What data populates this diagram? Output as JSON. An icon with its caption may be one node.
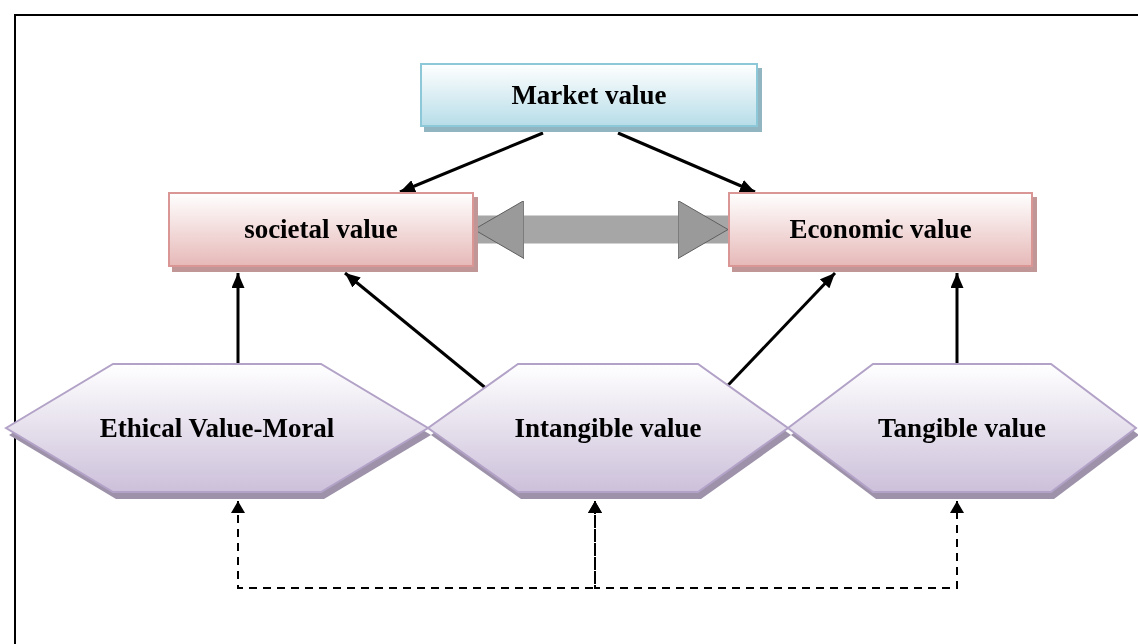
{
  "diagram": {
    "nodes": [
      {
        "text": [
          "Market value"
        ]
      },
      {
        "text": [
          "societal value"
        ]
      },
      {
        "text": [
          "Economic value"
        ]
      },
      {
        "text": [
          "Ethical Value-Moral"
        ]
      },
      {
        "text": [
          "Intangible value"
        ]
      },
      {
        "text": [
          "Tangible value"
        ]
      }
    ],
    "edges": [
      {
        "from": 0,
        "to": 1,
        "arrow": "to"
      },
      {
        "from": 0,
        "to": 2,
        "arrow": "to"
      },
      {
        "from": 1,
        "to": 2,
        "arrow": "both",
        "style": "thick",
        "color": "#a6a6a6"
      },
      {
        "from": 3,
        "to": 1,
        "arrow": "to"
      },
      {
        "from": 4,
        "to": 1,
        "arrow": "to"
      },
      {
        "from": 4,
        "to": 2,
        "arrow": "to"
      },
      {
        "from": 5,
        "to": 2,
        "arrow": "to"
      },
      {
        "from": 3,
        "to": 4,
        "arrow": "both",
        "style": "dashed"
      },
      {
        "from": 4,
        "to": 5,
        "arrow": "both",
        "style": "dashed"
      }
    ]
  }
}
